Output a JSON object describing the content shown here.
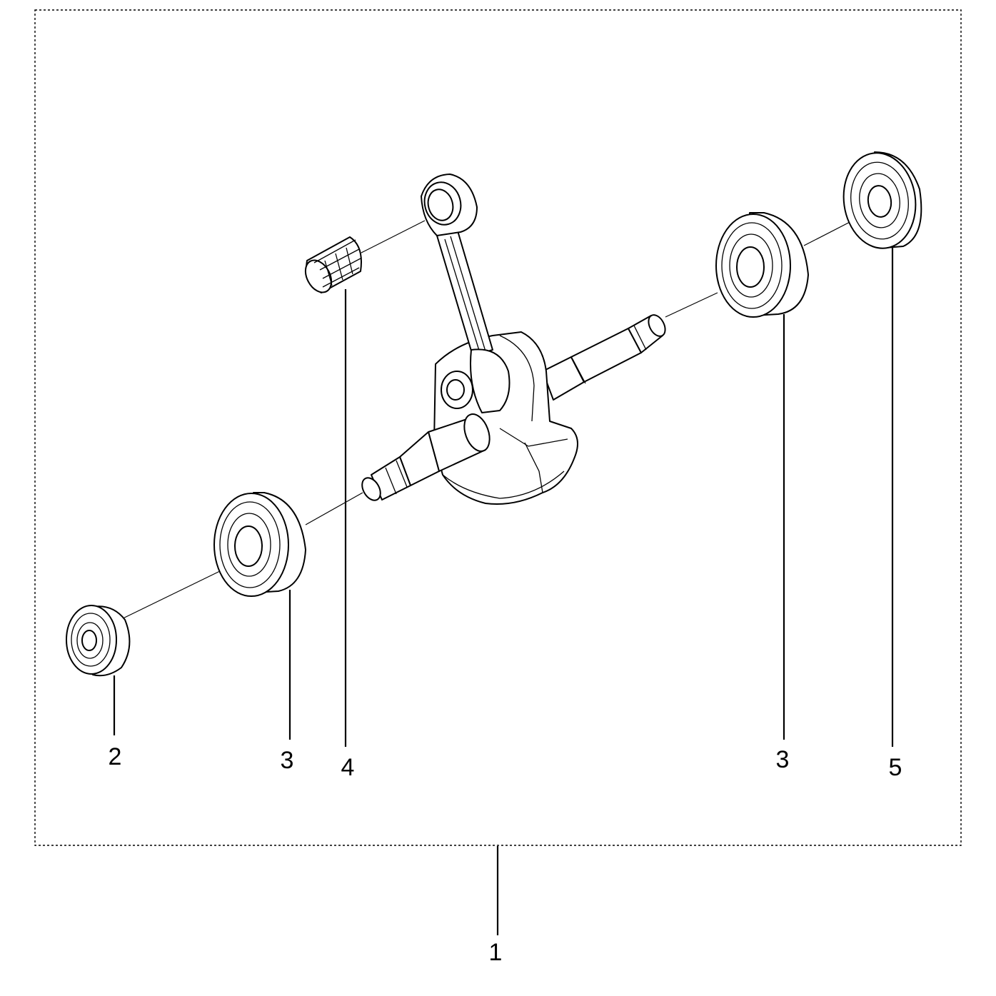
{
  "diagram": {
    "labels": {
      "assembly": "1",
      "seal_left": "2",
      "bearing_left": "3",
      "needle_bearing": "4",
      "bearing_right": "3",
      "seal_right": "5"
    }
  }
}
